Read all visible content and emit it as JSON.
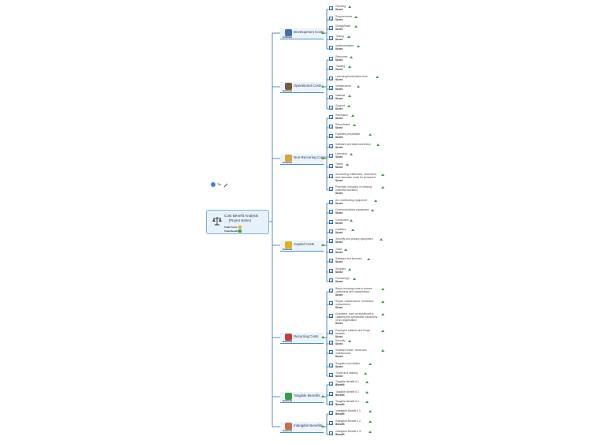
{
  "tip": {
    "label": "Tip"
  },
  "central": {
    "title": "Cost Benefit Analysis",
    "subtitle": "[Project Name]",
    "total_costs_label": "Total Costs:",
    "total_benefits_label": "Total Benefits:"
  },
  "branch_total_label": "Subtotal",
  "branches": [
    {
      "id": "development",
      "title": "Development Costs",
      "icon": "code-icon",
      "color": "#4a6fa5",
      "items": [
        {
          "label": "Planning",
          "value": "$cost"
        },
        {
          "label": "Requirements",
          "value": "$cost"
        },
        {
          "label": "Design/Build",
          "value": "$cost"
        },
        {
          "label": "Testing",
          "value": "$cost"
        },
        {
          "label": "Implementation",
          "value": "$cost"
        }
      ]
    },
    {
      "id": "operational",
      "title": "Operational Costs",
      "icon": "factory-icon",
      "color": "#7a5a3a",
      "items": [
        {
          "label": "Personnel",
          "value": "$cost"
        },
        {
          "label": "Training",
          "value": "$cost"
        },
        {
          "label": "Licensing/subscription fees",
          "value": "$cost"
        },
        {
          "label": "Infrastructure",
          "value": "$cost"
        },
        {
          "label": "Material",
          "value": "$cost"
        },
        {
          "label": "Support",
          "value": "$cost"
        }
      ]
    },
    {
      "id": "non-recurring",
      "title": "Non-Recurring Costs",
      "icon": "puzzle-icon",
      "color": "#d9a441",
      "items": [
        {
          "label": "Relocation",
          "value": "$cost"
        },
        {
          "label": "Recruitment",
          "value": "$cost"
        },
        {
          "label": "Facilities preparation",
          "value": "$cost"
        },
        {
          "label": "Software and data conversion",
          "value": "$cost"
        },
        {
          "label": "Licensing",
          "value": "$cost"
        },
        {
          "label": "Travel",
          "value": "$cost"
        },
        {
          "label": "Accounting entitlement, severance and relocation costs for personnel",
          "value": "$cost"
        },
        {
          "label": "Potential corruption or missing business functions",
          "value": "$cost"
        }
      ]
    },
    {
      "id": "capital",
      "title": "Capital Costs",
      "icon": "truck-icon",
      "color": "#e0b020",
      "items": [
        {
          "label": "Air conditioning equipment",
          "value": "$cost"
        },
        {
          "label": "Communications equipment",
          "value": "$cost"
        },
        {
          "label": "Computers",
          "value": "$cost"
        },
        {
          "label": "Facilities",
          "value": "$cost"
        },
        {
          "label": "Security and privacy equipment",
          "value": "$cost"
        },
        {
          "label": "Tools",
          "value": "$cost"
        },
        {
          "label": "Software and licenses",
          "value": "$cost"
        },
        {
          "label": "Supplies",
          "value": "$cost"
        },
        {
          "label": "Furnishings",
          "value": "$cost"
        }
      ]
    },
    {
      "id": "recurring",
      "title": "Recurring Costs",
      "icon": "worker-icon",
      "color": "#c04040",
      "items": [
        {
          "label": "Basic recurring costs to ensure usefulness and maintenance",
          "value": "$cost"
        },
        {
          "label": "Repair, maintenance, rental and replacement",
          "value": "$cost"
        },
        {
          "label": "Downtime, such as significant or catastrophic operational shutdowns of an organization",
          "value": "$cost"
        },
        {
          "label": "Employee salaries and fringe benefits",
          "value": "$cost"
        },
        {
          "label": "Security",
          "value": "$cost"
        },
        {
          "label": "Software lease, rental and maintenance",
          "value": "$cost"
        },
        {
          "label": "Supplies and utilities",
          "value": "$cost"
        },
        {
          "label": "Travel and training",
          "value": "$cost"
        }
      ]
    },
    {
      "id": "tangible",
      "title": "Tangible Benefits",
      "icon": "money-icon",
      "color": "#3a9a4a",
      "items": [
        {
          "label": "Tangible Benefit # 1",
          "value": "Benefit"
        },
        {
          "label": "Tangible Benefit # 2",
          "value": "Benefit"
        },
        {
          "label": "Tangible Benefit # 3",
          "value": "Benefit"
        }
      ]
    },
    {
      "id": "intangible",
      "title": "Intangible Benefits",
      "icon": "handshake-icon",
      "color": "#c07050",
      "items": [
        {
          "label": "Intangible Benefit # 1",
          "value": "Benefit"
        },
        {
          "label": "Intangible Benefit # 2",
          "value": "Benefit"
        },
        {
          "label": "Intangible Benefit # 3",
          "value": "Benefit"
        }
      ]
    }
  ]
}
